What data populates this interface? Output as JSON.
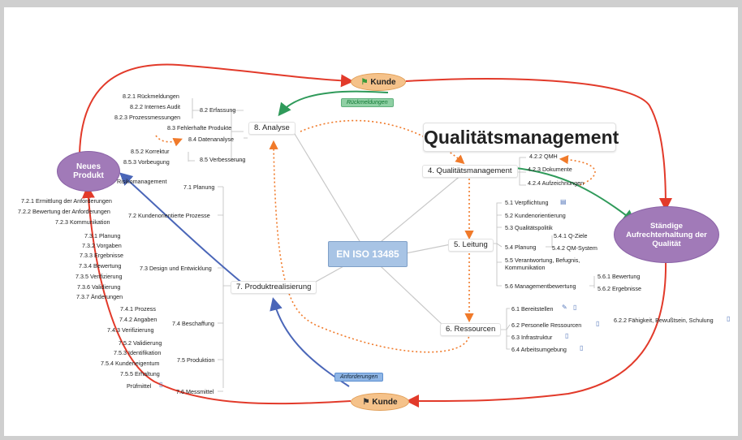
{
  "center": "EN ISO 13485",
  "title": "Qualitätsmanagement",
  "neues_produkt": "Neues Produkt",
  "aufrechterhaltung": "Ständige Aufrechterhaltung der Qualität",
  "kunde_top": "Kunde",
  "kunde_bottom": "Kunde",
  "tag_rueckmeldungen": "Rückmeldungen",
  "tag_anforderungen": "Anforderungen",
  "branches": {
    "analyse": "8. Analyse",
    "qm": "4. Qualitätsmanagement",
    "leitung": "5. Leitung",
    "ressourcen": "6. Ressourcen",
    "produkt": "7. Produktrealisierung"
  },
  "analyse_children": [
    "8.2 Erfassung",
    "8.3 Fehlerhafte Produkte",
    "8.4 Datenanalyse",
    "8.5 Verbesserung"
  ],
  "analyse_leaves": [
    "8.2.1 Rückmeldungen",
    "8.2.2 Internes Audit",
    "8.2.3 Prozessmessungen",
    "8.5.2 Korrektur",
    "8.5.3 Vorbeugung"
  ],
  "qm_children": [
    "4.2.2 QMH",
    "4.2.3 Dokumente",
    "4.2.4 Aufzeichnungen"
  ],
  "leitung_children": [
    "5.1 Verpflichtung",
    "5.2 Kundenorientierung",
    "5.3 Qualitätspolitik",
    "5.4 Planung",
    "5.5 Verantwortung, Befugnis, Kommunikation",
    "5.6 Managementbewertung"
  ],
  "leitung_leaves": [
    "5.4.1 Q-Ziele",
    "5.4.2 QM-System",
    "5.6.1 Bewertung",
    "5.6.2 Ergebnisse"
  ],
  "ressourcen_children": [
    "6.1 Bereitstellen",
    "6.2 Personelle Ressourcen",
    "6.3 Infrastruktur",
    "6.4 Arbeitsumgebung"
  ],
  "ressourcen_leaf": "6.2.2 Fähigkeit, Bewußtsein, Schulung",
  "produkt_children": [
    "7.1 Planung",
    "7.2 Kundenorientierte Prozesse",
    "7.3 Design und Entwicklung",
    "7.4 Beschaffung",
    "7.5 Produktion",
    "7.6 Messmittel"
  ],
  "risiko": "Risikomanagement",
  "p72_leaves": [
    "7.2.1 Ermittlung der Anforderungen",
    "7.2.2 Bewertung der Anforderungen",
    "7.2.3 Kommunikation"
  ],
  "p73_leaves": [
    "7.3.1 Planung",
    "7.3.2 Vorgaben",
    "7.3.3 Ergebnisse",
    "7.3.4 Bewertung",
    "7.3.5 Verifizierung",
    "7.3.6 Validierung",
    "7.3.7 Änderungen"
  ],
  "p74_leaves": [
    "7.4.1 Prozess",
    "7.4.2 Angaben",
    "7.4.3 Verifizierung"
  ],
  "p75_leaves": [
    "7.5.2 Validierung",
    "7.5.3 Identifikation",
    "7.5.4 Kundeneigentum",
    "7.5.5 Erhaltung"
  ],
  "pruefmittel": "Prüfmittel",
  "colors": {
    "red": "#e23a2a",
    "green": "#2f9a5a",
    "blue": "#4a66b8",
    "orange_dotted": "#f07a2a",
    "purple": "#a17ab8"
  }
}
